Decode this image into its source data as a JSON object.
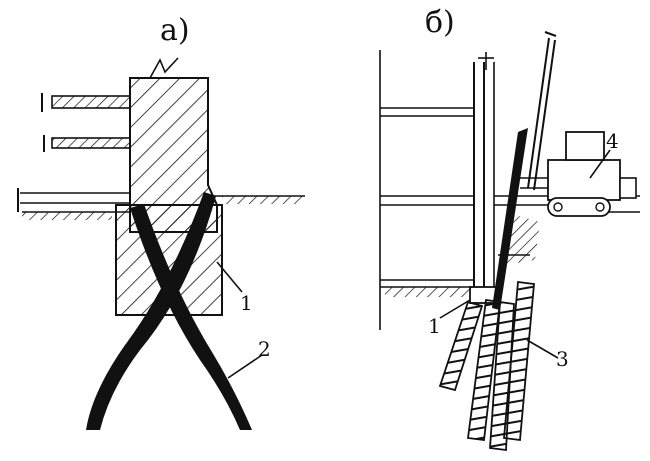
{
  "panels": [
    {
      "id": "a",
      "title": "а)"
    },
    {
      "id": "b",
      "title": "б)"
    }
  ],
  "callouts": {
    "a_foundation": "1",
    "a_root_piles": "2",
    "b_foundation": "1",
    "b_screw_piles": "3",
    "b_drilling_rig": "4"
  }
}
